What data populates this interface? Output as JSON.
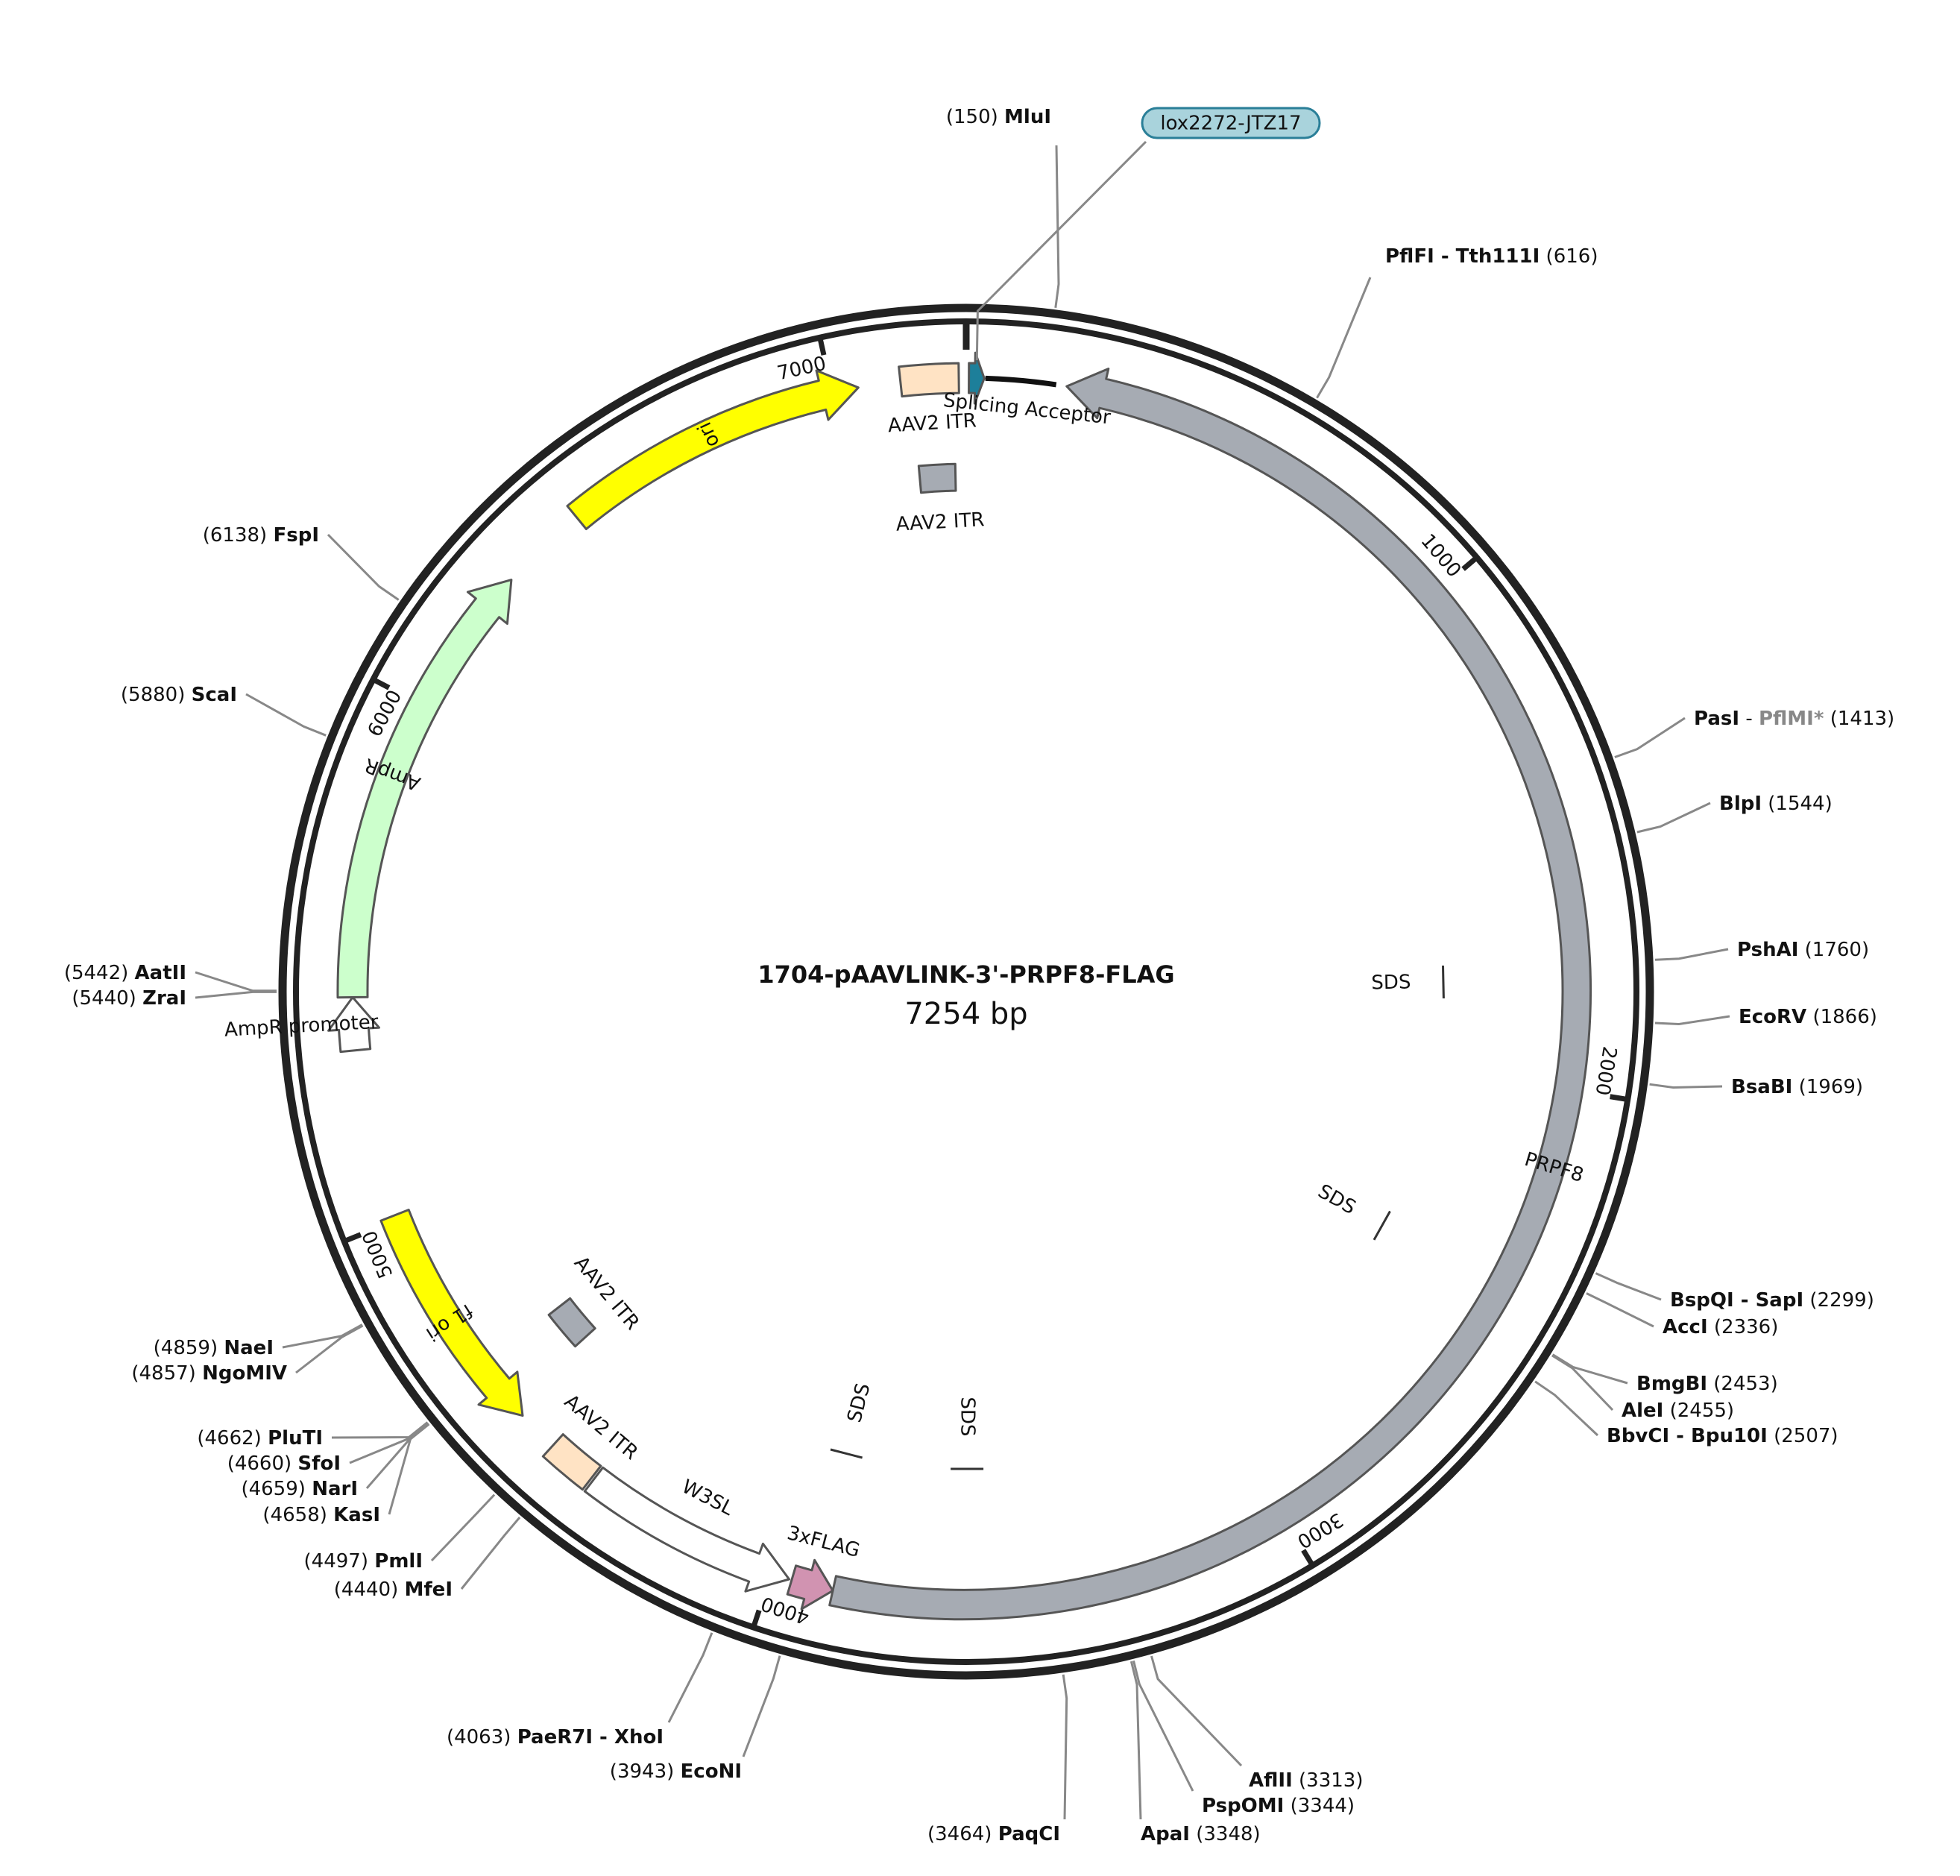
{
  "plasmid": {
    "name": "1704-pAAVLINK-3'-PRPF8-FLAG",
    "length_bp": 7254,
    "size_label": "7254 bp"
  },
  "ticks": [
    {
      "pos": 1000,
      "label": "1000"
    },
    {
      "pos": 2000,
      "label": "2000"
    },
    {
      "pos": 3000,
      "label": "3000"
    },
    {
      "pos": 4000,
      "label": "4000"
    },
    {
      "pos": 5000,
      "label": "5000"
    },
    {
      "pos": 6000,
      "label": "6000"
    },
    {
      "pos": 7000,
      "label": "7000"
    }
  ],
  "features": [
    {
      "name": "PRPF8",
      "label": "PRPF8",
      "start": 190,
      "end": 3880,
      "direction": "reverse",
      "color": "#a6abb3",
      "ring": "outer"
    },
    {
      "name": "3xFLAG",
      "label": "3xFLAG",
      "start": 3880,
      "end": 3960,
      "direction": "reverse",
      "color": "#d193b1",
      "ring": "outer"
    },
    {
      "name": "W3SL",
      "label": "W3SL",
      "start": 3965,
      "end": 4380,
      "direction": "reverse",
      "color": "#ffffff",
      "ring": "outer"
    },
    {
      "name": "AAV2 ITR",
      "label": "AAV2 ITR",
      "start": 4385,
      "end": 4480,
      "direction": "none",
      "color": "#ffe3c4",
      "ring": "outer"
    },
    {
      "name": "f1 ori",
      "label": "f1 ori",
      "start": 4560,
      "end": 5010,
      "direction": "reverse",
      "color": "#ffff00",
      "ring": "outer"
    },
    {
      "name": "AmpR promoter",
      "label": "AmpR promoter",
      "start": 5330,
      "end": 5430,
      "direction": "forward",
      "color": "#ffffff",
      "ring": "outer"
    },
    {
      "name": "AmpR",
      "label": "AmpR",
      "start": 5430,
      "end": 6290,
      "direction": "forward",
      "color": "#ccffcc",
      "ring": "outer"
    },
    {
      "name": "ori",
      "label": "ori",
      "start": 6460,
      "end": 7050,
      "direction": "forward",
      "color": "#ffff00",
      "ring": "outer"
    },
    {
      "name": "AAV2 ITR",
      "label": "AAV2 ITR",
      "start": 7130,
      "end": 7240,
      "direction": "none",
      "color": "#ffe3c4",
      "ring": "outer"
    },
    {
      "name": "lox2272-JTZ17",
      "label": "",
      "start": 5,
      "end": 34,
      "direction": "forward",
      "color": "#1d7f9a",
      "ring": "outer"
    },
    {
      "name": "Splicing Acceptor",
      "label": "Splicing Acceptor",
      "start": 36,
      "end": 170,
      "direction": "none",
      "color": "#111111",
      "ring": "outer"
    },
    {
      "name": "AAV2 ITR",
      "label": "AAV2 ITR",
      "start": 7150,
      "end": 7230,
      "direction": "none",
      "color": "#a6abb3",
      "ring": "inner"
    },
    {
      "name": "AAV2 ITR",
      "label": "AAV2 ITR",
      "start": 4590,
      "end": 4680,
      "direction": "none",
      "color": "#a6abb3",
      "ring": "inner"
    }
  ],
  "sds_marks": [
    {
      "label": "SDS",
      "pos": 1790
    },
    {
      "label": "SDS",
      "pos": 2405
    },
    {
      "label": "SDS",
      "pos": 3625
    },
    {
      "label": "SDS",
      "pos": 3920
    }
  ],
  "sites": [
    {
      "pos": 150,
      "enzyme": "MluI",
      "extra": "",
      "position": "(150)"
    },
    {
      "pos": 616,
      "enzyme": "PflFI - Tth111I",
      "extra": "",
      "position": "(616)"
    },
    {
      "pos": 1413,
      "enzyme": "PasI",
      "extra": "PflMI*",
      "position": "(1413)"
    },
    {
      "pos": 1544,
      "enzyme": "BlpI",
      "extra": "",
      "position": "(1544)"
    },
    {
      "pos": 1760,
      "enzyme": "PshAI",
      "extra": "",
      "position": "(1760)"
    },
    {
      "pos": 1866,
      "enzyme": "EcoRV",
      "extra": "",
      "position": "(1866)"
    },
    {
      "pos": 1969,
      "enzyme": "BsaBI",
      "extra": "",
      "position": "(1969)"
    },
    {
      "pos": 2299,
      "enzyme": "BspQI - SapI",
      "extra": "",
      "position": "(2299)"
    },
    {
      "pos": 2336,
      "enzyme": "AccI",
      "extra": "",
      "position": "(2336)"
    },
    {
      "pos": 2453,
      "enzyme": "BmgBI",
      "extra": "",
      "position": "(2453)"
    },
    {
      "pos": 2455,
      "enzyme": "AleI",
      "extra": "",
      "position": "(2455)"
    },
    {
      "pos": 2507,
      "enzyme": "BbvCI - Bpu10I",
      "extra": "",
      "position": "(2507)"
    },
    {
      "pos": 3313,
      "enzyme": "AflII",
      "extra": "",
      "position": "(3313)"
    },
    {
      "pos": 3344,
      "enzyme": "PspOMI",
      "extra": "",
      "position": "(3344)"
    },
    {
      "pos": 3348,
      "enzyme": "ApaI",
      "extra": "",
      "position": "(3348)"
    },
    {
      "pos": 3464,
      "enzyme": "PaqCI",
      "extra": "",
      "position": "(3464)"
    },
    {
      "pos": 3943,
      "enzyme": "EcoNI",
      "extra": "",
      "position": "(3943)"
    },
    {
      "pos": 4063,
      "enzyme": "PaeR7I - XhoI",
      "extra": "",
      "position": "(4063)"
    },
    {
      "pos": 4440,
      "enzyme": "MfeI",
      "extra": "",
      "position": "(4440)"
    },
    {
      "pos": 4497,
      "enzyme": "PmlI",
      "extra": "",
      "position": "(4497)"
    },
    {
      "pos": 4658,
      "enzyme": "KasI",
      "extra": "",
      "position": "(4658)"
    },
    {
      "pos": 4659,
      "enzyme": "NarI",
      "extra": "",
      "position": "(4659)"
    },
    {
      "pos": 4660,
      "enzyme": "SfoI",
      "extra": "",
      "position": "(4660)"
    },
    {
      "pos": 4662,
      "enzyme": "PluTI",
      "extra": "",
      "position": "(4662)"
    },
    {
      "pos": 4857,
      "enzyme": "NgoMIV",
      "extra": "",
      "position": "(4857)"
    },
    {
      "pos": 4859,
      "enzyme": "NaeI",
      "extra": "",
      "position": "(4859)"
    },
    {
      "pos": 5440,
      "enzyme": "ZraI",
      "extra": "",
      "position": "(5440)"
    },
    {
      "pos": 5442,
      "enzyme": "AatII",
      "extra": "",
      "position": "(5442)"
    },
    {
      "pos": 5880,
      "enzyme": "ScaI",
      "extra": "",
      "position": "(5880)"
    },
    {
      "pos": 6138,
      "enzyme": "FspI",
      "extra": "",
      "position": "(6138)"
    }
  ],
  "colors": {
    "backbone": "#222222",
    "leader": "#888888",
    "lox_tag_fill": "#a9d3dc",
    "lox_tag_stroke": "#2a7f98"
  }
}
